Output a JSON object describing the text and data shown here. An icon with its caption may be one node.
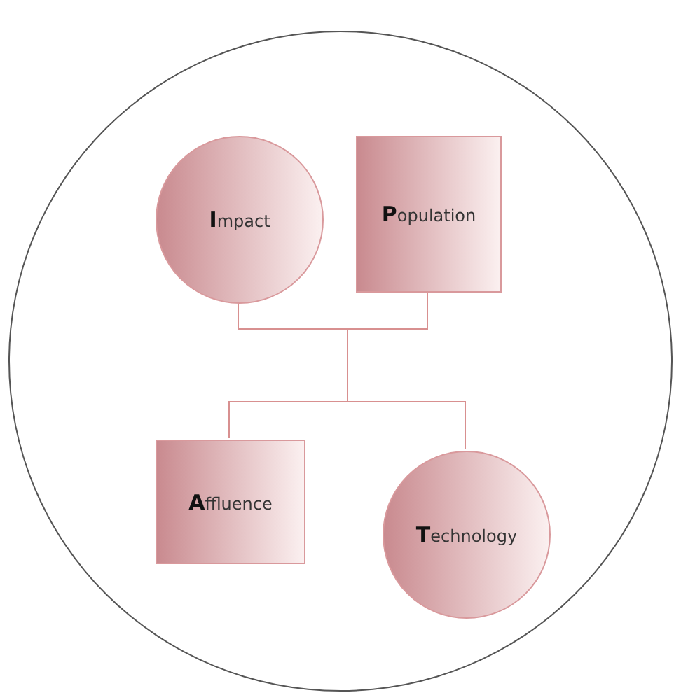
{
  "diagram": {
    "nodes": [
      {
        "text": [],
        "shape": "circle"
      },
      {
        "text": [
          "**I**mpact"
        ],
        "in": 0
      },
      {
        "text": [
          "**P**opulation"
        ],
        "in": 0
      },
      {
        "text": [
          "**A**ffluence"
        ],
        "in": 0
      },
      {
        "text": [
          "**T**echnology"
        ],
        "in": 0
      }
    ],
    "edges": [
      {
        "from": 1,
        "to": 3,
        "arrow": "none"
      },
      {
        "from": 1,
        "to": 4,
        "arrow": "none"
      },
      {
        "from": 2,
        "to": 3,
        "arrow": "none"
      },
      {
        "from": 2,
        "to": 4,
        "arrow": "none"
      }
    ]
  }
}
